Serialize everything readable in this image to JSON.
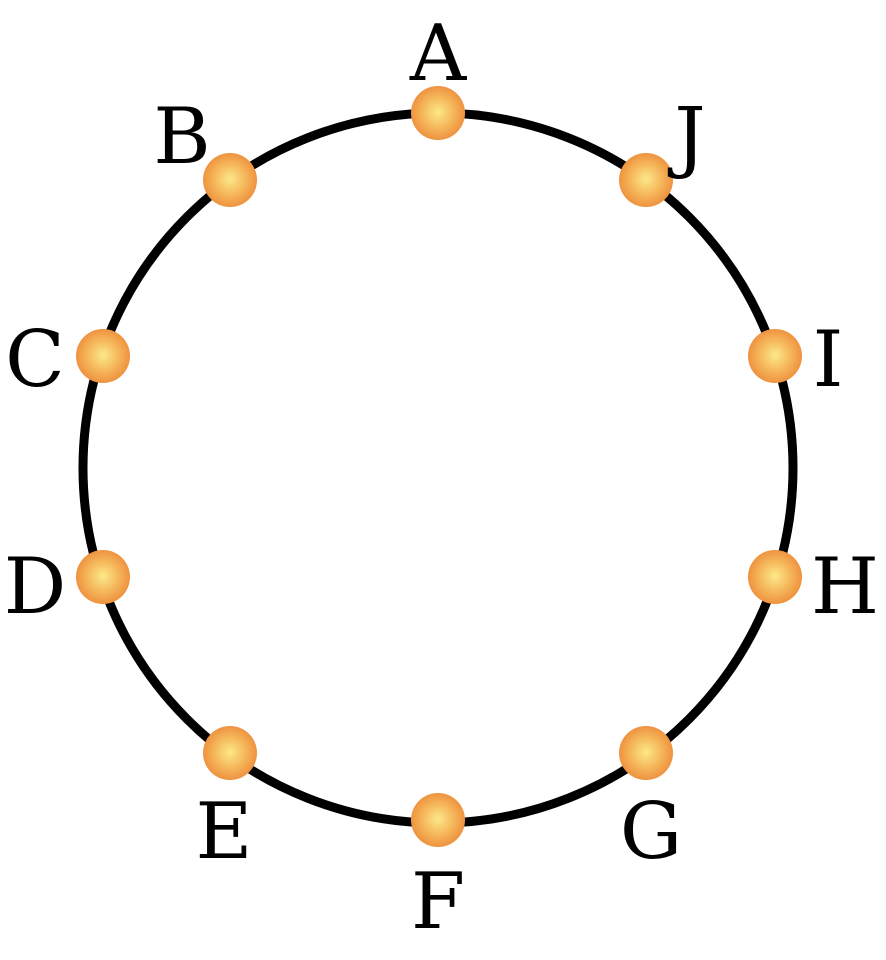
{
  "diagram": {
    "ring_color": "#000000",
    "node_fill_center": "#fbe98a",
    "node_fill_edge": "#ed8a3a",
    "nodes": [
      {
        "id": "A",
        "label": "A"
      },
      {
        "id": "B",
        "label": "B"
      },
      {
        "id": "C",
        "label": "C"
      },
      {
        "id": "D",
        "label": "D"
      },
      {
        "id": "E",
        "label": "E"
      },
      {
        "id": "F",
        "label": "F"
      },
      {
        "id": "G",
        "label": "G"
      },
      {
        "id": "H",
        "label": "H"
      },
      {
        "id": "I",
        "label": "I"
      },
      {
        "id": "J",
        "label": "J"
      }
    ]
  }
}
